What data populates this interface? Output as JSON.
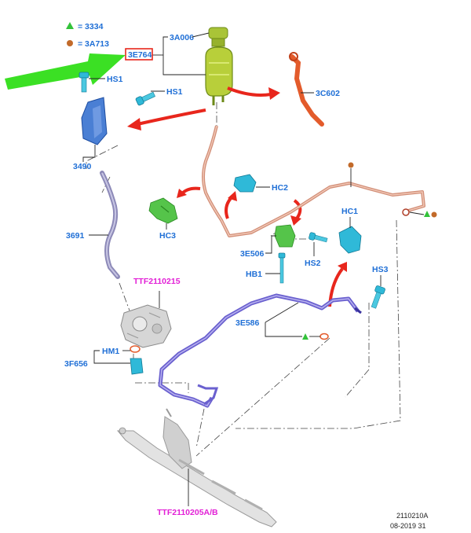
{
  "legend": {
    "items": [
      {
        "symbol": "green-triangle",
        "text": "= 3334",
        "color": "#33c23a"
      },
      {
        "symbol": "brown-dot",
        "text": "= 3A713",
        "color": "#c26a2a"
      }
    ]
  },
  "callouts": {
    "reservoir_cap": "3A006",
    "reservoir": "3E764",
    "hs1_top": "HS1",
    "hs1_mid": "HS1",
    "hose_3c602": "3C602",
    "bracket_3490": "3490",
    "clip_hc2": "HC2",
    "clip_hc1": "HC1",
    "clip_hc3": "HC3",
    "hose_3691": "3691",
    "clip_3e506": "3E506",
    "bolt_hs2": "HS2",
    "bolt_hb1": "HB1",
    "bolt_hs3": "HS3",
    "pump_ref": "TTF2110215",
    "line_3e586": "3E586",
    "clip_hm1": "HM1",
    "part_3f656": "3F656",
    "rack_ref": "TTF2110205A/B"
  },
  "footer": {
    "code": "2110210A",
    "date": "08-2019 31"
  },
  "colors": {
    "label": "#1f6fd6",
    "highlight_box": "#e8261c",
    "pointer_arrow": "#36e01f",
    "reference_label": "#e21fd6",
    "red_arrow": "#e8261c"
  }
}
